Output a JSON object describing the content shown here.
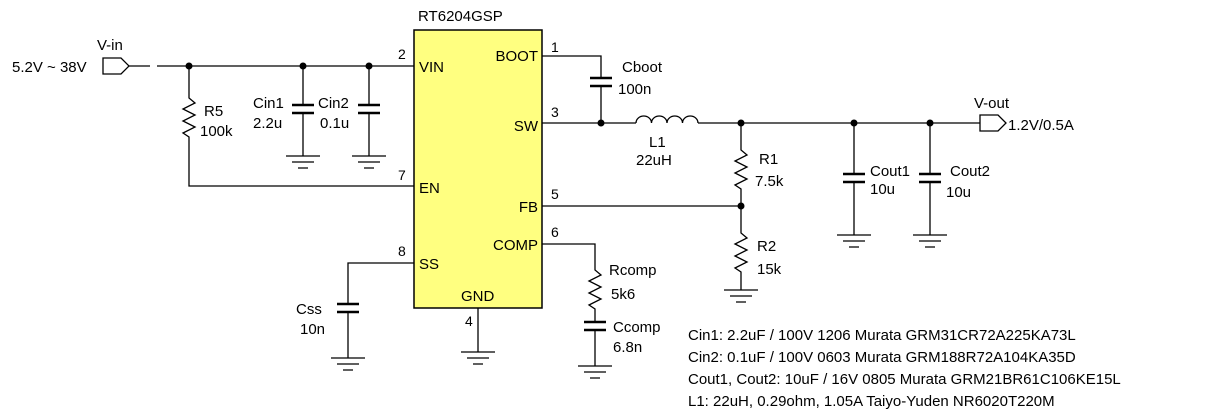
{
  "ic": {
    "name": "RT6204GSP",
    "fill": "#ffff80",
    "pins": [
      {
        "num": "2",
        "name": "VIN"
      },
      {
        "num": "7",
        "name": "EN"
      },
      {
        "num": "8",
        "name": "SS"
      },
      {
        "num": "1",
        "name": "BOOT"
      },
      {
        "num": "3",
        "name": "SW"
      },
      {
        "num": "5",
        "name": "FB"
      },
      {
        "num": "6",
        "name": "COMP"
      },
      {
        "num": "4",
        "name": "GND"
      }
    ]
  },
  "ports": {
    "vin": {
      "name": "V-in",
      "value": "5.2V ~ 38V"
    },
    "vout": {
      "name": "V-out",
      "value": "1.2V/0.5A"
    }
  },
  "components": [
    {
      "ref": "R5",
      "value": "100k"
    },
    {
      "ref": "Cin1",
      "value": "2.2u"
    },
    {
      "ref": "Cin2",
      "value": "0.1u"
    },
    {
      "ref": "Css",
      "value": "10n"
    },
    {
      "ref": "Cboot",
      "value": "100n"
    },
    {
      "ref": "L1",
      "value": "22uH"
    },
    {
      "ref": "R1",
      "value": "7.5k"
    },
    {
      "ref": "R2",
      "value": "15k"
    },
    {
      "ref": "Rcomp",
      "value": "5k6"
    },
    {
      "ref": "Ccomp",
      "value": "6.8n"
    },
    {
      "ref": "Cout1",
      "value": "10u"
    },
    {
      "ref": "Cout2",
      "value": "10u"
    }
  ],
  "notes": [
    "Cin1: 2.2uF / 100V 1206 Murata GRM31CR72A225KA73L",
    "Cin2: 0.1uF / 100V 0603 Murata GRM188R72A104KA35D",
    "Cout1, Cout2: 10uF / 16V 0805 Murata GRM21BR61C106KE15L",
    "L1: 22uH, 0.29ohm, 1.05A Taiyo-Yuden NR6020T220M"
  ]
}
